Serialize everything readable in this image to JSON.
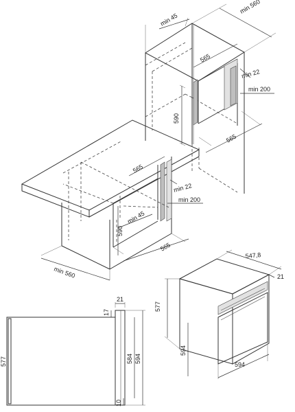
{
  "labels": {
    "top_min45": "min 45",
    "top_min560": "min 560",
    "top_565": "565",
    "top_min22": "min 22",
    "top_min200": "min 200",
    "top_590": "590",
    "top_565b": "565",
    "low_565": "565",
    "low_min22": "min 22",
    "low_min200": "min 200",
    "low_min45": "min 45",
    "low_590": "590",
    "low_565b": "565",
    "low_min560": "min 560",
    "oven_5478": "547,8",
    "oven_21": "21",
    "oven_577": "577",
    "oven_594h": "594",
    "oven_594w": "594",
    "side_21": "21",
    "side_17": "17",
    "side_584": "584",
    "side_594": "594",
    "side_577": "577",
    "side_10": "10"
  }
}
